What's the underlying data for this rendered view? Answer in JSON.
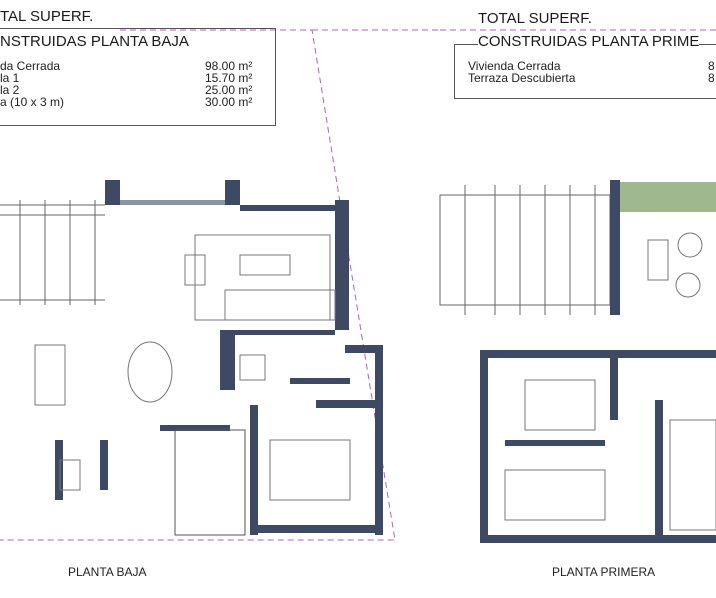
{
  "planta_baja": {
    "title_line1": "TAL SUPERF.",
    "title_line2": "NSTRUIDAS PLANTA BAJA",
    "rows": [
      {
        "label": "da Cerrada",
        "value": "98.00 m²"
      },
      {
        "label": "la 1",
        "value": "15.70 m²"
      },
      {
        "label": "la 2",
        "value": "25.00 m²"
      },
      {
        "label": "a (10 x 3 m)",
        "value": "30.00 m²"
      }
    ],
    "plan_label": "PLANTA BAJA"
  },
  "planta_primera": {
    "title_line1": "TOTAL SUPERF.",
    "title_line2": "CONSTRUIDAS PLANTA PRIME",
    "rows": [
      {
        "label": "Vivienda Cerrada",
        "value": "8"
      },
      {
        "label": "Terraza Descubierta",
        "value": "8"
      }
    ],
    "plan_label": "PLANTA PRIMERA"
  },
  "colors": {
    "wall": "#3e4a63",
    "dash": "#b060c0"
  }
}
